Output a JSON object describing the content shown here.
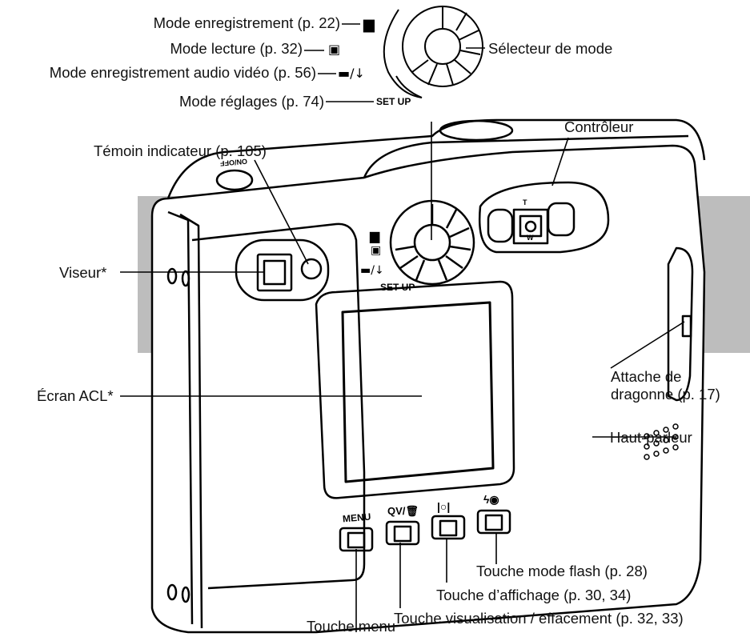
{
  "labels": {
    "rec_mode": "Mode enregistrement (p. 22)",
    "play_mode": "Mode lecture (p. 32)",
    "movie_mode": "Mode enregistrement audio vidéo (p. 56)",
    "setup_mode": "Mode réglages (p. 74)",
    "mode_selector": "Sélecteur de mode",
    "controller": "Contrôleur",
    "indicator_lamp": "Témoin indicateur (p. 105)",
    "viewfinder": "Viseur*",
    "lcd": "Écran ACL*",
    "strap": "Attache de dragonne (p. 17)",
    "speaker": "Haut-parleur",
    "flash_button": "Touche mode flash (p. 28)",
    "display_button": "Touche d’affichage (p. 30, 34)",
    "qv_button": "Touche visualisation / effacement (p. 32, 33)",
    "menu_button": "Touche menu"
  },
  "body_text": {
    "setup_small": "SET UP",
    "menu_mark": "MENU",
    "qv_mark": "QV/🗑",
    "display_mark": "|○|",
    "flash_mark": "ϟ◉",
    "onoff": "ON/OFF",
    "zoom_t": "T",
    "zoom_w": "W"
  },
  "icons": {
    "camera": "camera-icon",
    "play": "play-icon",
    "movie": "movie-mic-icon"
  }
}
